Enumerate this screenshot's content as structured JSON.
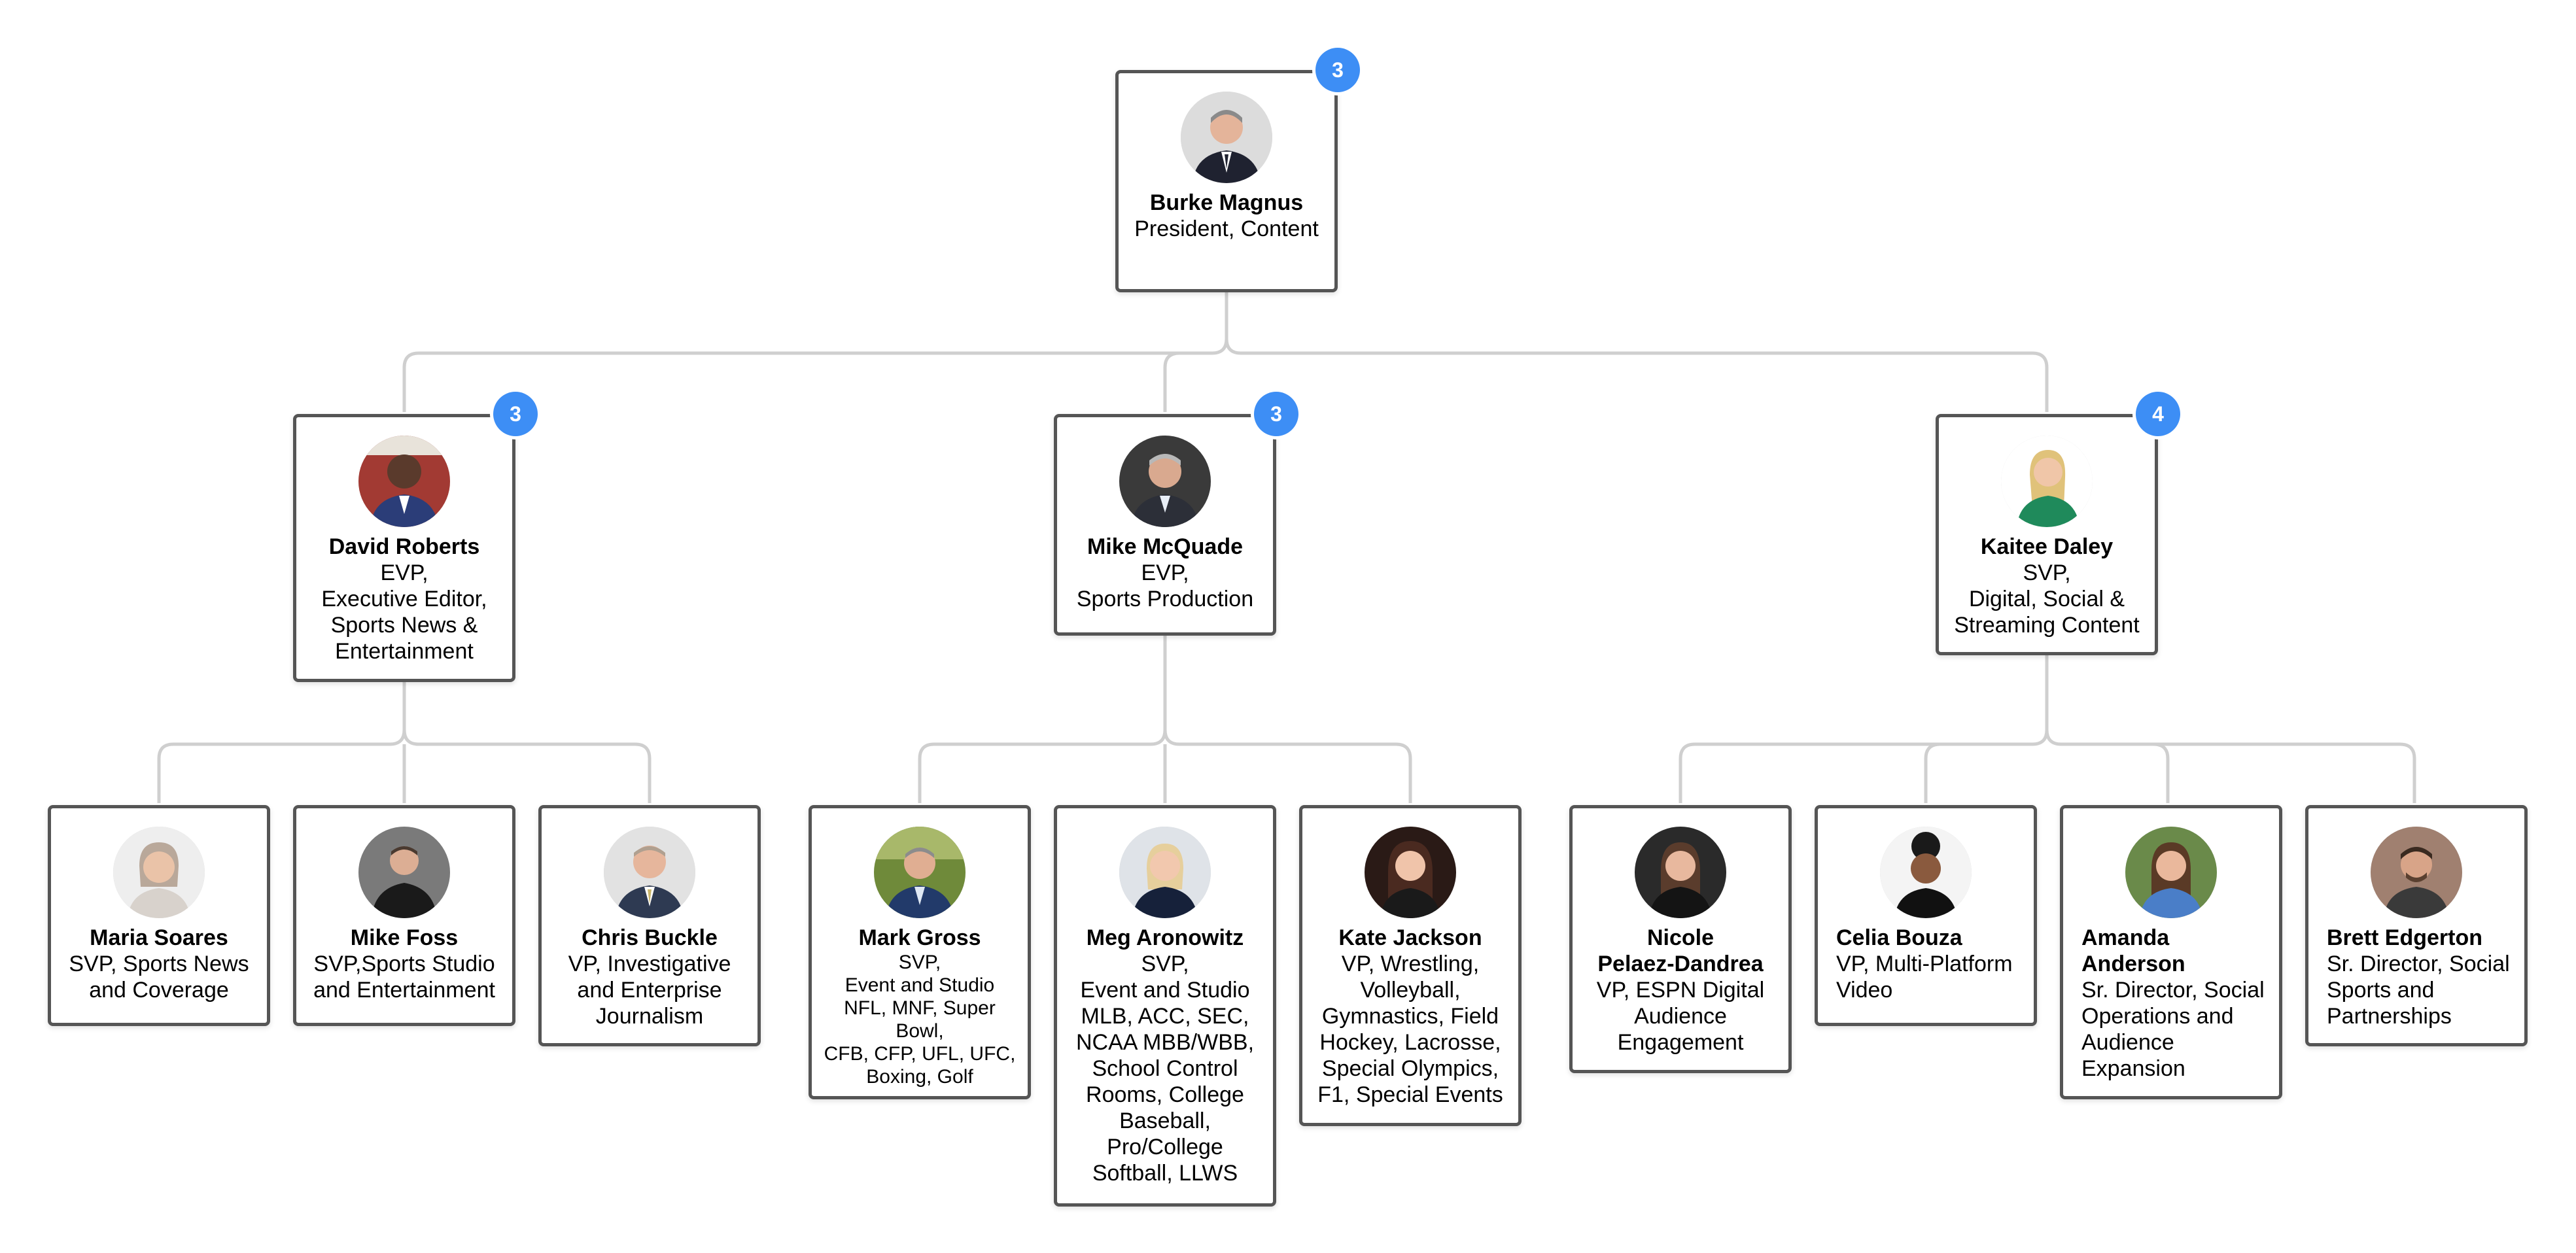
{
  "colors": {
    "badge": "#3d8ef5",
    "connector": "#cfcfcf",
    "card_border": "#555555"
  },
  "root": {
    "name": "Burke Magnus",
    "title": "President, Content",
    "badge": "3"
  },
  "managers": [
    {
      "name": "David Roberts",
      "title": "EVP,\nExecutive Editor,\nSports News &\nEntertainment",
      "badge": "3"
    },
    {
      "name": "Mike McQuade",
      "title": "EVP,\nSports Production",
      "badge": "3"
    },
    {
      "name": "Kaitee Daley",
      "title": "SVP,\nDigital, Social &\nStreaming Content",
      "badge": "4"
    }
  ],
  "reports": [
    {
      "name": "Maria Soares",
      "title": "SVP, Sports News\nand Coverage"
    },
    {
      "name": "Mike Foss",
      "title": "SVP,Sports Studio\nand Entertainment"
    },
    {
      "name": "Chris Buckle",
      "title": "VP, Investigative\nand Enterprise\nJournalism"
    },
    {
      "name": "Mark Gross",
      "title": "SVP,\nEvent and Studio\nNFL, MNF, Super Bowl,\nCFB, CFP,  UFL, UFC,\nBoxing, Golf"
    },
    {
      "name": "Meg Aronowitz",
      "title": "SVP,\nEvent and Studio\nMLB, ACC, SEC,\nNCAA MBB/WBB,\nSchool Control\nRooms, College\nBaseball,\nPro/College\nSoftball, LLWS"
    },
    {
      "name": "Kate Jackson",
      "title": "VP, Wrestling,\nVolleyball,\nGymnastics, Field\nHockey, Lacrosse,\nSpecial Olympics,\nF1, Special Events"
    },
    {
      "name": "Nicole\nPelaez-Dandrea",
      "title": "VP, ESPN Digital\nAudience\nEngagement"
    },
    {
      "name": "Celia Bouza",
      "title": "VP, Multi-Platform\nVideo"
    },
    {
      "name": "Amanda\nAnderson",
      "title": "Sr. Director, Social\nOperations and\nAudience\nExpansion"
    },
    {
      "name": "Brett Edgerton",
      "title": "Sr. Director, Social\nSports and\nPartnerships"
    }
  ]
}
